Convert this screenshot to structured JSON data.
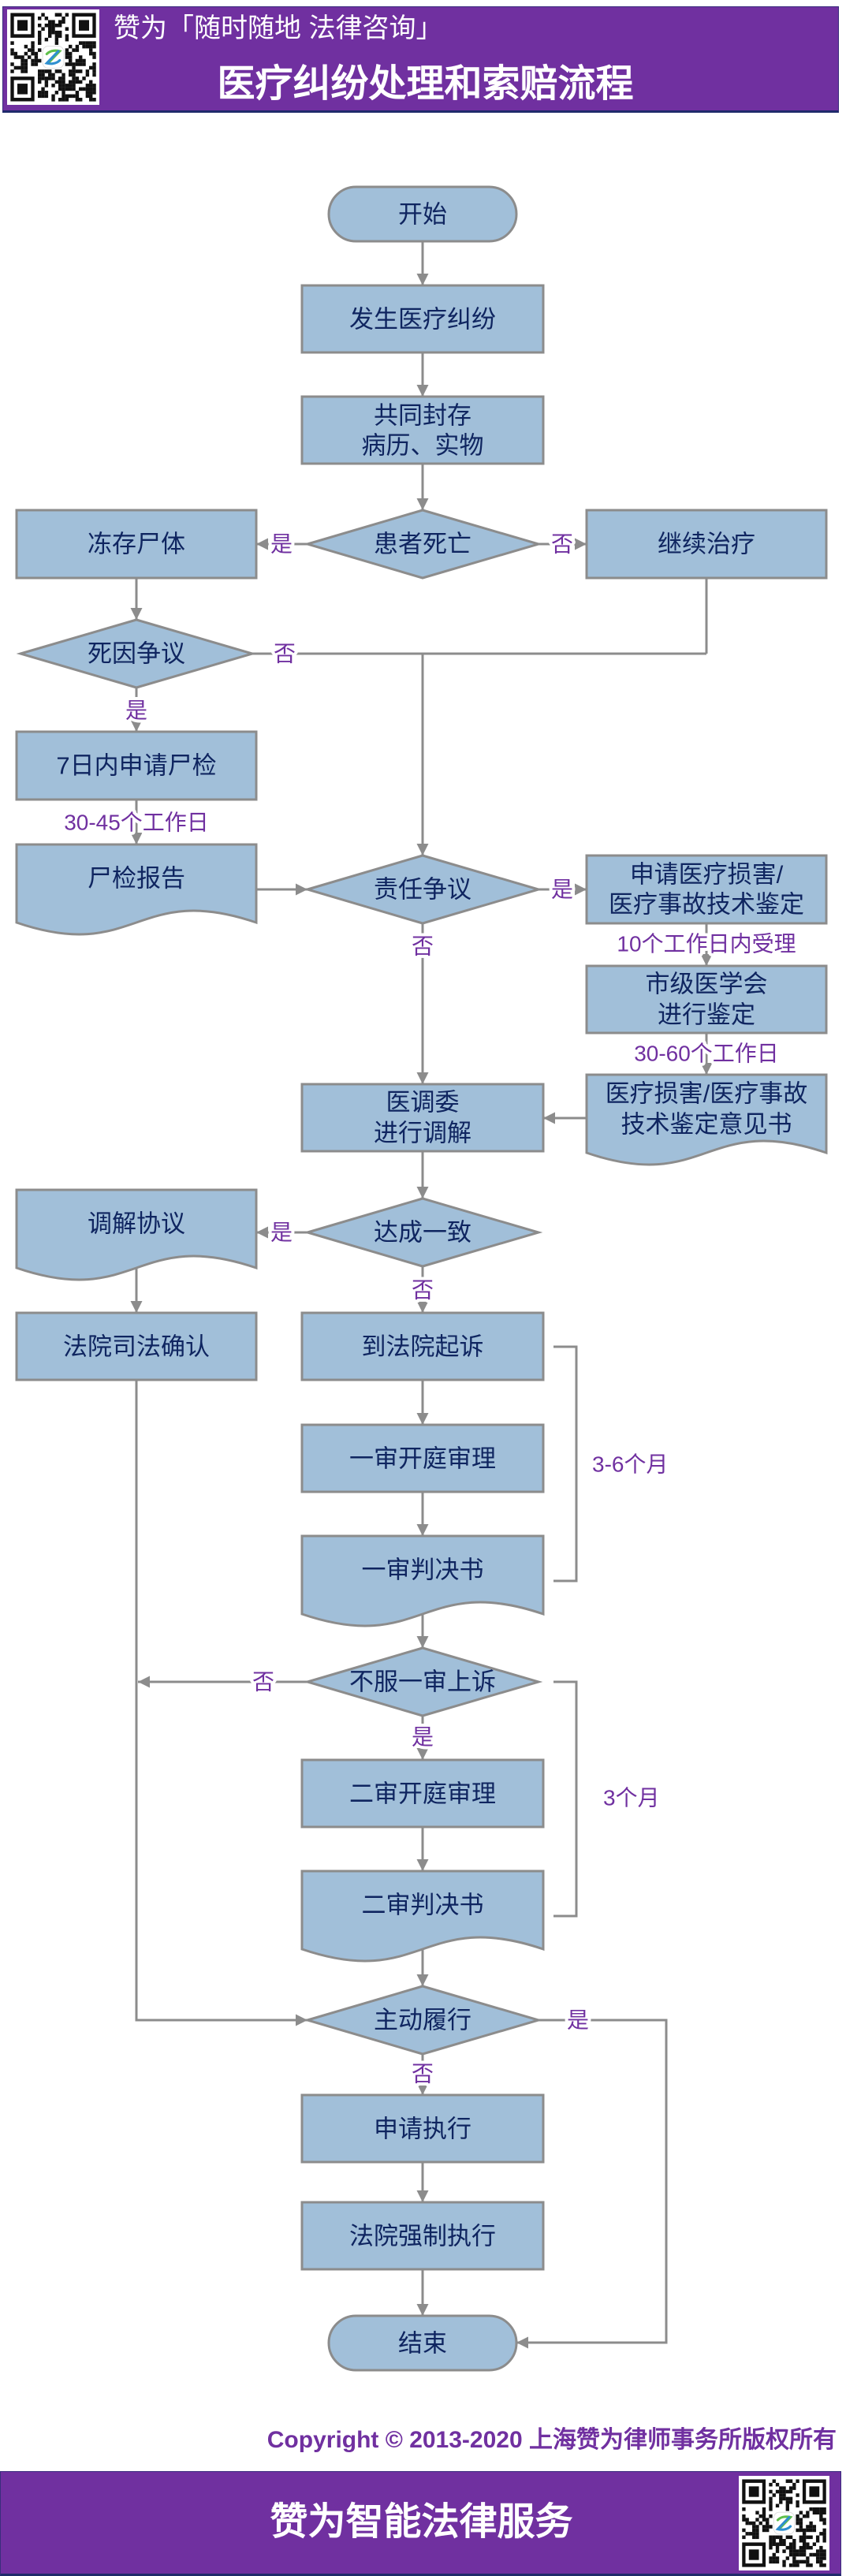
{
  "header": {
    "subtitle": "赞为「随时随地 法律咨询」",
    "title": "医疗纠纷处理和索赔流程",
    "qr_icon": "qr-code-icon"
  },
  "flowchart": {
    "nodes": {
      "start": {
        "type": "terminal",
        "label": "开始"
      },
      "occur": {
        "type": "process",
        "label": "发生医疗纠纷"
      },
      "seal": {
        "type": "process",
        "lines": [
          "共同封存",
          "病历、实物"
        ]
      },
      "patient_death": {
        "type": "decision",
        "label": "患者死亡"
      },
      "freeze_body": {
        "type": "process",
        "label": "冻存尸体"
      },
      "continue_treatment": {
        "type": "process",
        "label": "继续治疗"
      },
      "death_cause_dispute": {
        "type": "decision",
        "label": "死因争议"
      },
      "apply_autopsy": {
        "type": "process",
        "label": "7日内申请尸检"
      },
      "autopsy_report": {
        "type": "document",
        "label": "尸检报告"
      },
      "liability_dispute": {
        "type": "decision",
        "label": "责任争议"
      },
      "apply_appraisal": {
        "type": "process",
        "lines": [
          "申请医疗损害/",
          "医疗事故技术鉴定"
        ]
      },
      "city_medical_assoc": {
        "type": "process",
        "lines": [
          "市级医学会",
          "进行鉴定"
        ]
      },
      "appraisal_opinion": {
        "type": "document",
        "lines": [
          "医疗损害/医疗事故",
          "技术鉴定意见书"
        ]
      },
      "mediation": {
        "type": "process",
        "lines": [
          "医调委",
          "进行调解"
        ]
      },
      "agreement_reached": {
        "type": "decision",
        "label": "达成一致"
      },
      "mediation_agreement": {
        "type": "document",
        "label": "调解协议"
      },
      "judicial_confirmation": {
        "type": "process",
        "label": "法院司法确认"
      },
      "file_lawsuit": {
        "type": "process",
        "label": "到法院起诉"
      },
      "first_trial": {
        "type": "process",
        "label": "一审开庭审理"
      },
      "first_judgment": {
        "type": "document",
        "label": "一审判决书"
      },
      "appeal": {
        "type": "decision",
        "label": "不服一审上诉"
      },
      "second_trial": {
        "type": "process",
        "label": "二审开庭审理"
      },
      "second_judgment": {
        "type": "document",
        "label": "二审判决书"
      },
      "voluntary_performance": {
        "type": "decision",
        "label": "主动履行"
      },
      "apply_enforcement": {
        "type": "process",
        "label": "申请执行"
      },
      "court_enforcement": {
        "type": "process",
        "label": "法院强制执行"
      },
      "end": {
        "type": "terminal",
        "label": "结束"
      }
    },
    "edges": [
      {
        "from": "start",
        "to": "occur"
      },
      {
        "from": "occur",
        "to": "seal"
      },
      {
        "from": "seal",
        "to": "patient_death"
      },
      {
        "from": "patient_death",
        "to": "freeze_body",
        "label": "是"
      },
      {
        "from": "patient_death",
        "to": "continue_treatment",
        "label": "否"
      },
      {
        "from": "freeze_body",
        "to": "death_cause_dispute"
      },
      {
        "from": "death_cause_dispute",
        "to": "liability_dispute",
        "label": "否"
      },
      {
        "from": "continue_treatment",
        "to": "liability_dispute"
      },
      {
        "from": "death_cause_dispute",
        "to": "apply_autopsy",
        "label": "是"
      },
      {
        "from": "apply_autopsy",
        "to": "autopsy_report",
        "label": "30-45个工作日"
      },
      {
        "from": "autopsy_report",
        "to": "liability_dispute"
      },
      {
        "from": "liability_dispute",
        "to": "apply_appraisal",
        "label": "是"
      },
      {
        "from": "liability_dispute",
        "to": "mediation",
        "label": "否"
      },
      {
        "from": "apply_appraisal",
        "to": "city_medical_assoc",
        "label": "10个工作日内受理"
      },
      {
        "from": "city_medical_assoc",
        "to": "appraisal_opinion",
        "label": "30-60个工作日"
      },
      {
        "from": "appraisal_opinion",
        "to": "mediation"
      },
      {
        "from": "mediation",
        "to": "agreement_reached"
      },
      {
        "from": "agreement_reached",
        "to": "mediation_agreement",
        "label": "是"
      },
      {
        "from": "agreement_reached",
        "to": "file_lawsuit",
        "label": "否"
      },
      {
        "from": "mediation_agreement",
        "to": "judicial_confirmation"
      },
      {
        "from": "judicial_confirmation",
        "to": "voluntary_performance"
      },
      {
        "from": "file_lawsuit",
        "to": "first_trial"
      },
      {
        "from": "first_trial",
        "to": "first_judgment"
      },
      {
        "from": "first_judgment",
        "to": "appeal"
      },
      {
        "from": "appeal",
        "to": "voluntary_performance",
        "label": "否"
      },
      {
        "from": "appeal",
        "to": "second_trial",
        "label": "是"
      },
      {
        "from": "second_trial",
        "to": "second_judgment"
      },
      {
        "from": "second_judgment",
        "to": "voluntary_performance"
      },
      {
        "from": "voluntary_performance",
        "to": "end",
        "label": "是"
      },
      {
        "from": "voluntary_performance",
        "to": "apply_enforcement",
        "label": "否"
      },
      {
        "from": "apply_enforcement",
        "to": "court_enforcement"
      },
      {
        "from": "court_enforcement",
        "to": "end"
      }
    ],
    "brackets": [
      {
        "spans": [
          "file_lawsuit",
          "first_judgment"
        ],
        "label": "3-6个月"
      },
      {
        "spans": [
          "appeal",
          "second_judgment"
        ],
        "label": "3个月"
      }
    ]
  },
  "copyright": "Copyright © 2013-2020 上海赞为律师事务所版权所有",
  "footer": {
    "title": "赞为智能法律服务",
    "qr_icon": "qr-code-icon"
  },
  "colors": {
    "brand": "#7030A0",
    "node-fill": "#A1BFD9",
    "node-border": "#8C8C8C",
    "node-text": "#0F2560",
    "edge-label": "#7030A0",
    "edge": "#8C8C8C"
  }
}
